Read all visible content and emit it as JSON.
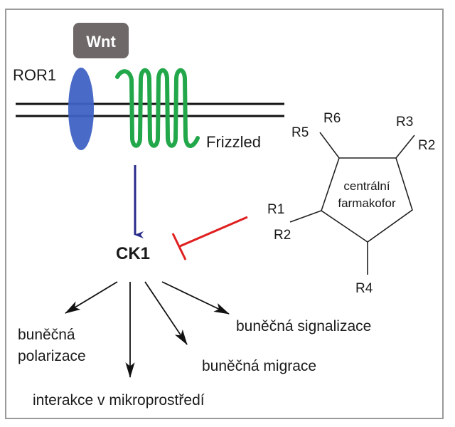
{
  "diagram": {
    "ligand": {
      "label": "Wnt",
      "color": "#6e6868"
    },
    "receptors": [
      {
        "label": "ROR1",
        "color": "#3f63c4"
      },
      {
        "label": "Frizzled",
        "color": "#22a84a"
      }
    ],
    "kinase": {
      "label": "CK1"
    },
    "activation_arrow_color": "#2a2a8c",
    "inhibition_color": "#e02020",
    "pharmacophore": {
      "line1": "centrální",
      "line2": "farmakofor",
      "substituents": [
        "R5",
        "R6",
        "R3",
        "R2",
        "R1",
        "R2",
        "R4"
      ]
    },
    "outcomes": [
      {
        "line1": "buněčná",
        "line2": "polarizace"
      },
      {
        "line1": "interakce v mikroprostředí",
        "line2": ""
      },
      {
        "line1": "buněčná migrace",
        "line2": ""
      },
      {
        "line1": "buněčná signalizace",
        "line2": ""
      }
    ]
  }
}
